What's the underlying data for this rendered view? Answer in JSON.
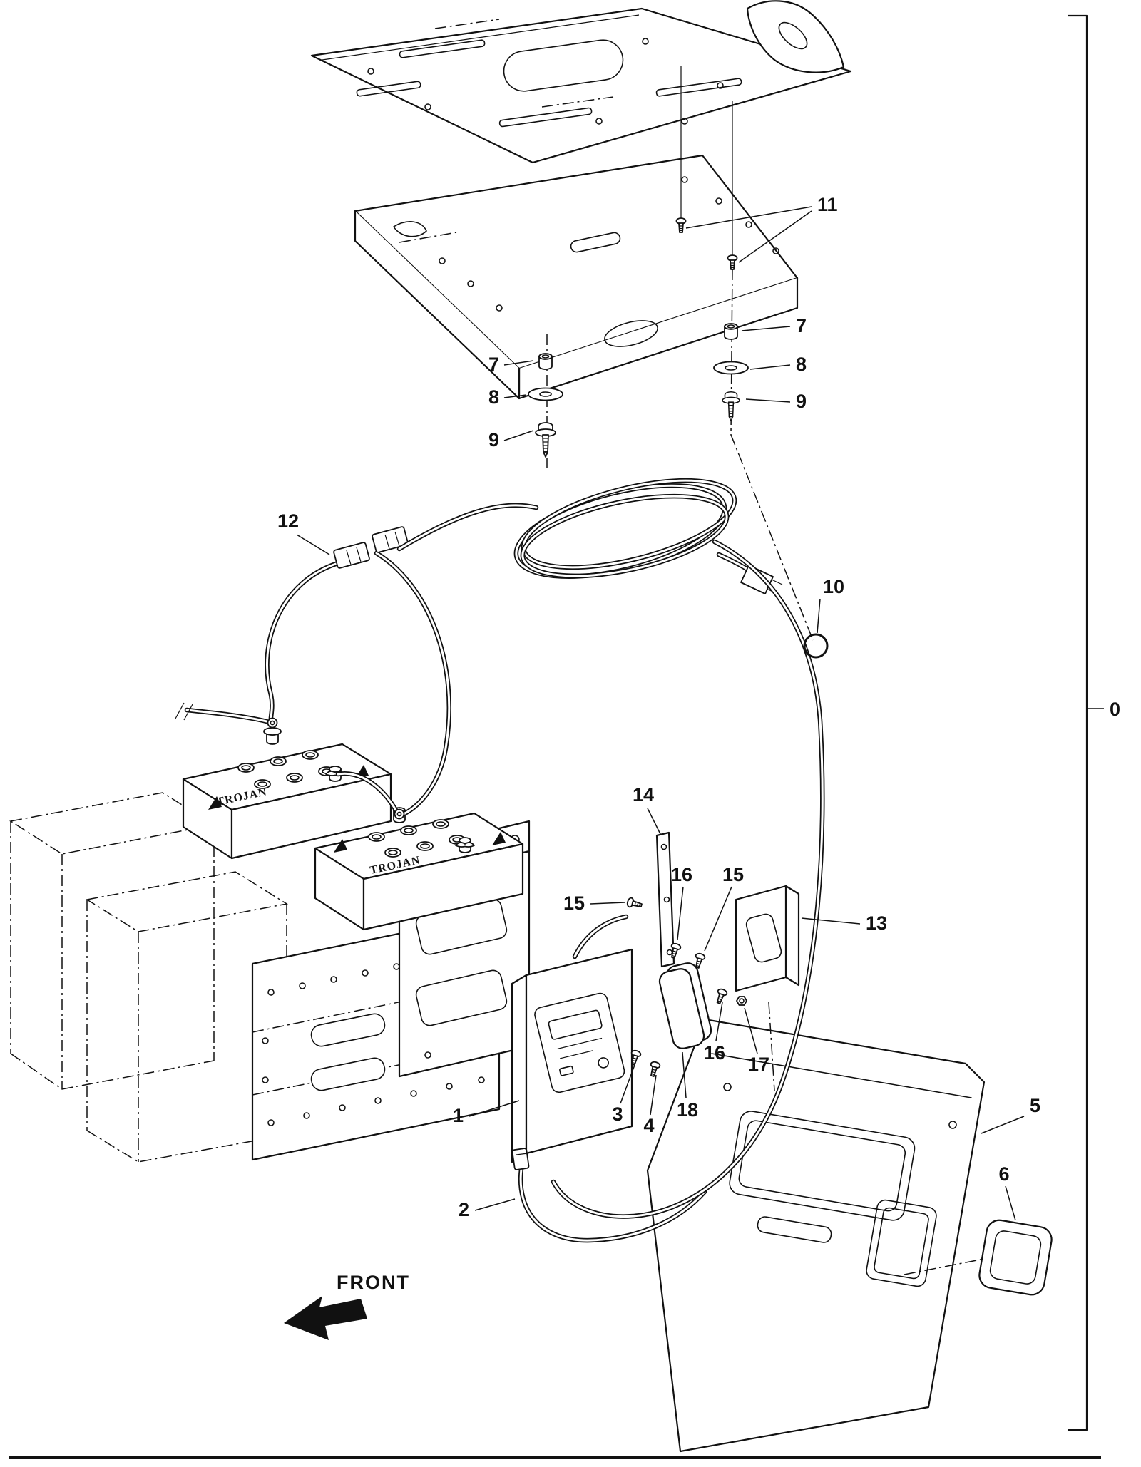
{
  "figure": {
    "front_label": "FRONT",
    "battery_brand": "TROJAN"
  },
  "callouts": {
    "c0": "0",
    "c1": "1",
    "c2": "2",
    "c3": "3",
    "c4": "4",
    "c5": "5",
    "c6": "6",
    "c7a": "7",
    "c7b": "7",
    "c8a": "8",
    "c8b": "8",
    "c9a": "9",
    "c9b": "9",
    "c10": "10",
    "c11": "11",
    "c12": "12",
    "c13": "13",
    "c14": "14",
    "c15a": "15",
    "c15b": "15",
    "c16a": "16",
    "c16b": "16",
    "c17": "17",
    "c18": "18"
  }
}
